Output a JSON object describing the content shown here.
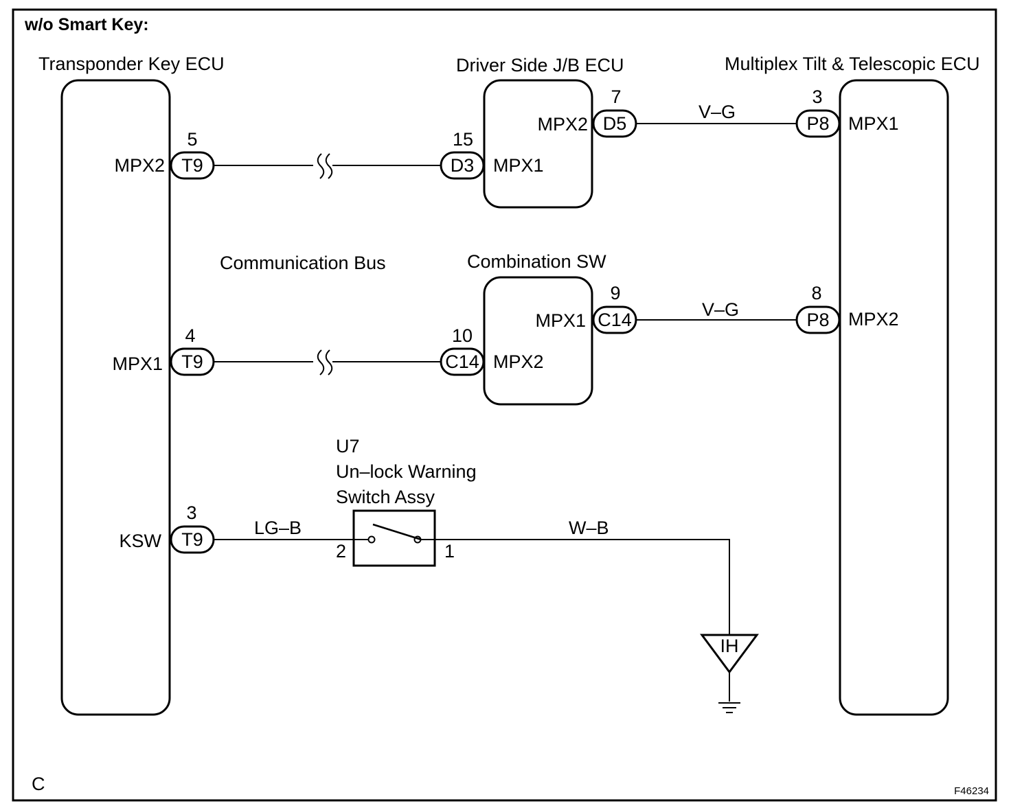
{
  "header": "w/o Smart Key:",
  "components": {
    "transponder_ecu": "Transponder Key ECU",
    "driver_jb_ecu": "Driver Side J/B ECU",
    "tilt_ecu": "Multiplex Tilt & Telescopic ECU",
    "combination_sw": "Combination SW",
    "unlock_switch": {
      "code": "U7",
      "line1": "Un–lock Warning",
      "line2": "Switch Assy"
    },
    "ground": "IH"
  },
  "bus_label": "Communication Bus",
  "transponder": {
    "mpx2": {
      "pin": "5",
      "connector": "T9",
      "terminal": "MPX2"
    },
    "mpx1": {
      "pin": "4",
      "connector": "T9",
      "terminal": "MPX1"
    },
    "ksw": {
      "pin": "3",
      "connector": "T9",
      "terminal": "KSW"
    }
  },
  "driver_jb": {
    "in": {
      "pin": "15",
      "connector": "D3",
      "terminal": "MPX1"
    },
    "out": {
      "pin": "7",
      "connector": "D5",
      "terminal": "MPX2"
    }
  },
  "combination": {
    "in": {
      "pin": "10",
      "connector": "C14",
      "terminal": "MPX2"
    },
    "out": {
      "pin": "9",
      "connector": "C14",
      "terminal": "MPX1"
    }
  },
  "tilt": {
    "upper": {
      "pin": "3",
      "connector": "P8",
      "terminal": "MPX1"
    },
    "lower": {
      "pin": "8",
      "connector": "P8",
      "terminal": "MPX2"
    }
  },
  "wires": {
    "upper": "V–G",
    "lower": "V–G",
    "ksw": "LG–B",
    "ground": "W–B"
  },
  "switch_pins": {
    "left": "2",
    "right": "1"
  },
  "footer": {
    "left": "C",
    "right": "F46234"
  }
}
